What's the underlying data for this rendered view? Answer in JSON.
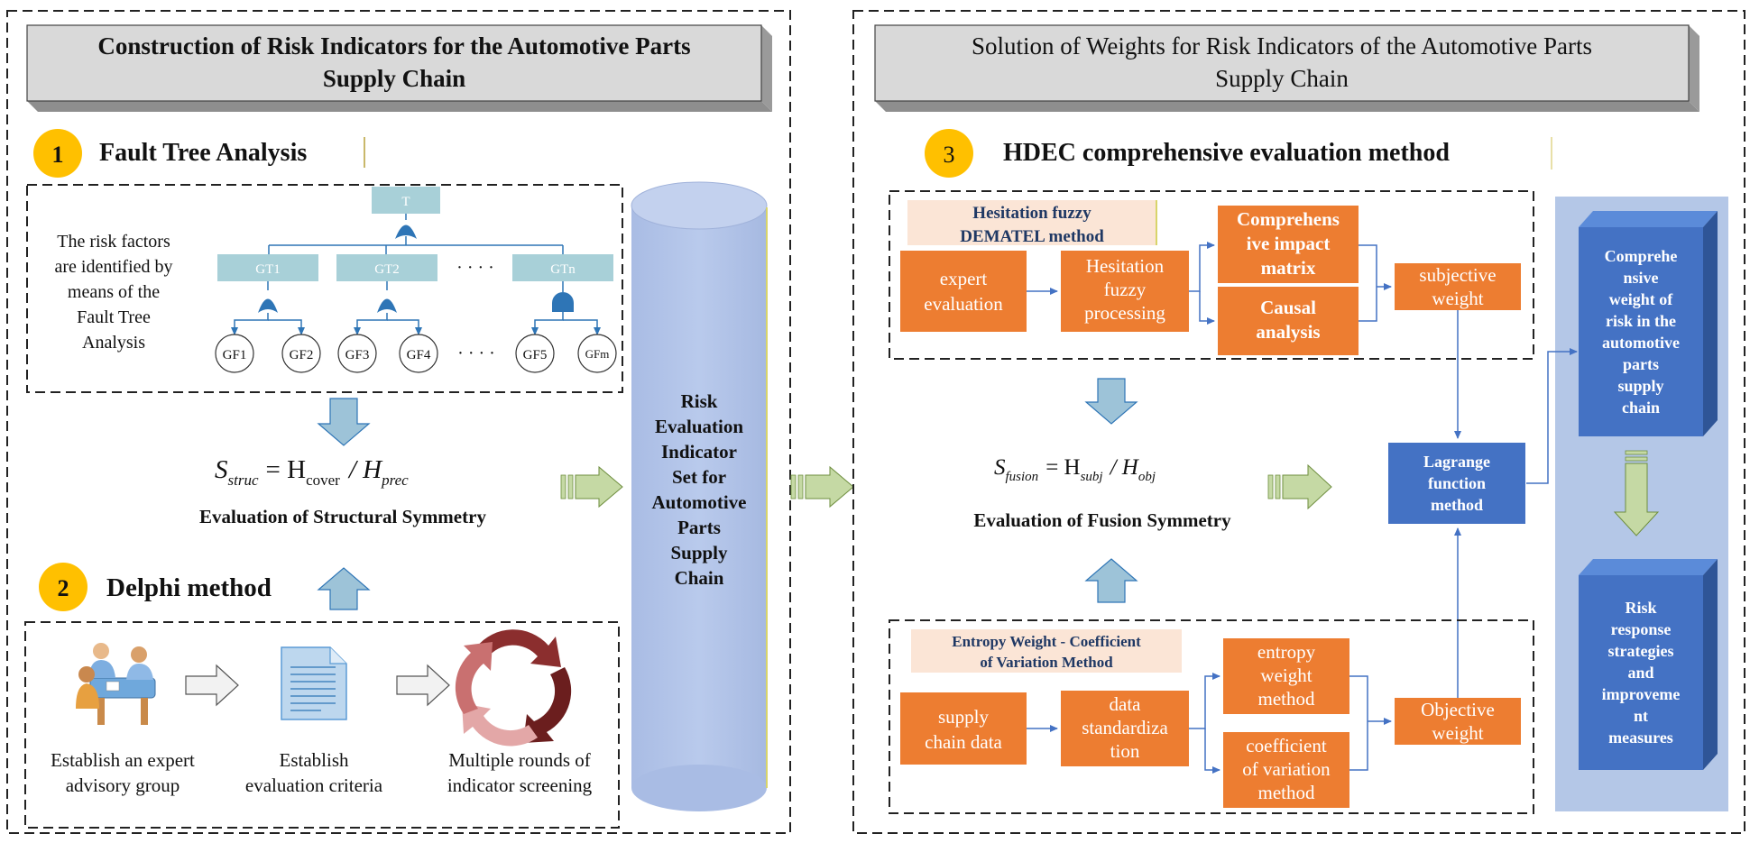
{
  "left_panel": {
    "title_line1": "Construction of Risk Indicators for the Automotive Parts",
    "title_line2": "Supply Chain",
    "step1_number": "1",
    "step1_title": "Fault Tree Analysis",
    "fta_desc": [
      "The risk factors",
      "are identified by",
      "means of the",
      "Fault Tree",
      "Analysis"
    ],
    "tree": {
      "top": "T",
      "gates": [
        "GT1",
        "GT2",
        "GTn"
      ],
      "leaves": [
        "GF1",
        "GF2",
        "GF3",
        "GF4",
        "GF5",
        "GFm"
      ],
      "ellipsis": "· · · ·"
    },
    "formula": {
      "lhs": "S",
      "lhs_sub": "struc",
      "eq": "= H",
      "num_sub": "cover",
      "div": "/ H",
      "den_sub": "prec"
    },
    "structural_label": "Evaluation of Structural Symmetry",
    "step2_number": "2",
    "step2_title": "Delphi method",
    "delphi_steps": [
      {
        "icon": "expert-group-icon",
        "line1": "Establish an expert",
        "line2": "advisory group"
      },
      {
        "icon": "document-icon",
        "line1": "Establish",
        "line2": "evaluation criteria"
      },
      {
        "icon": "cycle-arrows-icon",
        "line1": "Multiple rounds of",
        "line2": "indicator screening"
      }
    ],
    "cylinder_label": [
      "Risk",
      "Evaluation",
      "Indicator",
      "Set for",
      "Automotive",
      "Parts",
      "Supply",
      "Chain"
    ]
  },
  "right_panel": {
    "title_line1": "Solution of Weights for Risk Indicators of the Automotive Parts",
    "title_line2": "Supply Chain",
    "step3_number": "3",
    "step3_title": "HDEC comprehensive evaluation method",
    "hesitation": {
      "label_line1": "Hesitation fuzzy",
      "label_line2": "DEMATEL method",
      "expert_eval": [
        "expert",
        "evaluation"
      ],
      "processing": [
        "Hesitation",
        "fuzzy",
        "processing"
      ],
      "impact_matrix": [
        "Comprehens",
        "ive impact",
        "matrix"
      ],
      "causal": [
        "Causal",
        "analysis"
      ],
      "subjective": [
        "subjective",
        "weight"
      ]
    },
    "formula": {
      "lhs": "S",
      "lhs_sub": "fusion",
      "eq": "= H",
      "num_sub": "subj",
      "div": "/ H",
      "den_sub": "obj"
    },
    "fusion_label": "Evaluation of Fusion Symmetry",
    "lagrange": [
      "Lagrange",
      "function",
      "method"
    ],
    "entropy": {
      "label_line1": "Entropy Weight - Coefficient",
      "label_line2": "of Variation Method",
      "supply_data": [
        "supply",
        "chain data"
      ],
      "standardization": [
        "data",
        "standardiza",
        "tion"
      ],
      "entropy_method": [
        "entropy",
        "weight",
        "method"
      ],
      "coef_variation": [
        "coefficient",
        "of variation",
        "method"
      ],
      "objective": [
        "Objective",
        "weight"
      ]
    },
    "comprehensive_weight": [
      "Comprehe",
      "nsive",
      "weight of",
      "risk in the",
      "automotive",
      "parts",
      "supply",
      "chain"
    ],
    "risk_response": [
      "Risk",
      "response",
      "strategies",
      "and",
      "improveme",
      "nt",
      "measures"
    ]
  },
  "colors": {
    "orange": "#ED7D31",
    "blue_box": "#4472C4",
    "light_blue_bg": "#B4C7E7",
    "teal_arrow": "#9DC3D8",
    "green_arrow": "#C5D9A4",
    "gold_circle": "#FFC000",
    "tree_teal": "#A8D0D8",
    "label_peach": "#FBE5D6"
  }
}
